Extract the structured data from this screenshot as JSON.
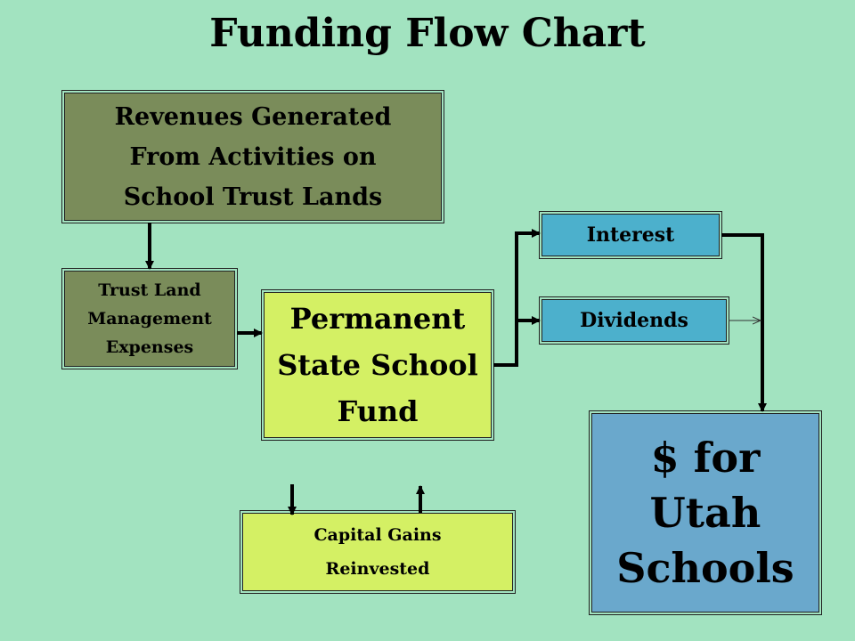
{
  "title": "Funding Flow Chart",
  "nodes": {
    "revenues": "Revenues Generated\nFrom Activities on\nSchool Trust Lands",
    "expenses": "Trust Land\nManagement\nExpenses",
    "fund": "Permanent\nState School\nFund",
    "interest": "Interest",
    "dividends": "Dividends",
    "schools": "$ for\nUtah\nSchools",
    "capital_gains_line1": "Capital Gains",
    "capital_gains_line2": "Reinvested"
  },
  "colors": {
    "background": "#a2e3c0",
    "revenues": "#7a8c5a",
    "fund": "#d4f064",
    "interest": "#4cb0cc",
    "schools": "#6aa8cc"
  }
}
